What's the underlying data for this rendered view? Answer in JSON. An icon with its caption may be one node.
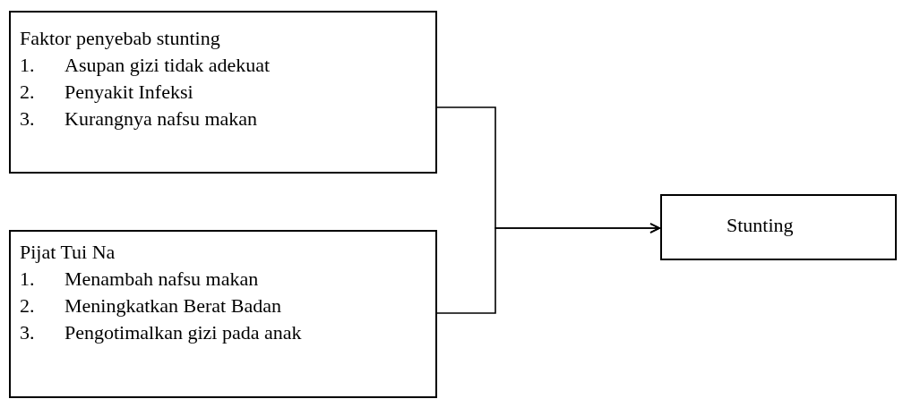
{
  "diagram": {
    "nodes": [
      {
        "text": [
          "Faktor penyebab stunting",
          "1. Asupan gizi tidak adekuat",
          "2. Penyakit Infeksi",
          "3. Kurangnya nafsu makan"
        ]
      },
      {
        "text": [
          "Pijat Tui Na",
          "1. Menambah nafsu makan",
          "2. Meningkatkan Berat Badan",
          "3. Pengotimalkan gizi pada anak"
        ]
      },
      {
        "text": [
          "Stunting"
        ]
      }
    ],
    "edges": [
      {
        "from": 0,
        "to": 2,
        "arrow": "to"
      },
      {
        "from": 1,
        "to": 2,
        "arrow": "to"
      }
    ]
  }
}
